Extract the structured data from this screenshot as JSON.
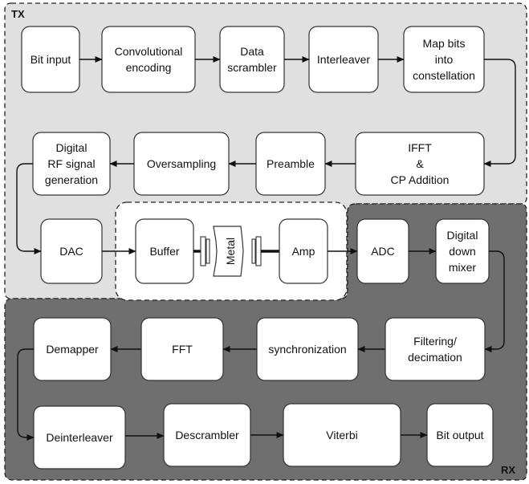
{
  "regions": {
    "tx_label": "TX",
    "rx_label": "RX"
  },
  "blocks": {
    "bit_input": [
      "Bit input"
    ],
    "conv_encoding": [
      "Convolutional",
      "encoding"
    ],
    "data_scrambler": [
      "Data",
      "scrambler"
    ],
    "interleaver": [
      "Interleaver"
    ],
    "map_bits": [
      "Map bits",
      "into",
      "constellation"
    ],
    "ifft": [
      "IFFT",
      "&",
      "CP Addition"
    ],
    "preamble": [
      "Preamble"
    ],
    "oversampling": [
      "Oversampling"
    ],
    "digital_rf": [
      "Digital",
      "RF signal",
      "generation"
    ],
    "dac": [
      "DAC"
    ],
    "buffer": [
      "Buffer"
    ],
    "metal": [
      "Metal"
    ],
    "amp": [
      "Amp"
    ],
    "adc": [
      "ADC"
    ],
    "down_mixer": [
      "Digital",
      "down",
      "mixer"
    ],
    "filtering": [
      "Filtering/",
      "decimation"
    ],
    "synchronization": [
      "synchronization"
    ],
    "fft": [
      "FFT"
    ],
    "demapper": [
      "Demapper"
    ],
    "deinterleaver": [
      "Deinterleaver"
    ],
    "descrambler": [
      "Descrambler"
    ],
    "viterbi": [
      "Viterbi"
    ],
    "bit_output": [
      "Bit output"
    ]
  },
  "colors": {
    "tx_region": "#e0e0e0",
    "rx_region": "#6f6f6f",
    "block_fill": "#ffffff",
    "arrow": "#111111"
  }
}
